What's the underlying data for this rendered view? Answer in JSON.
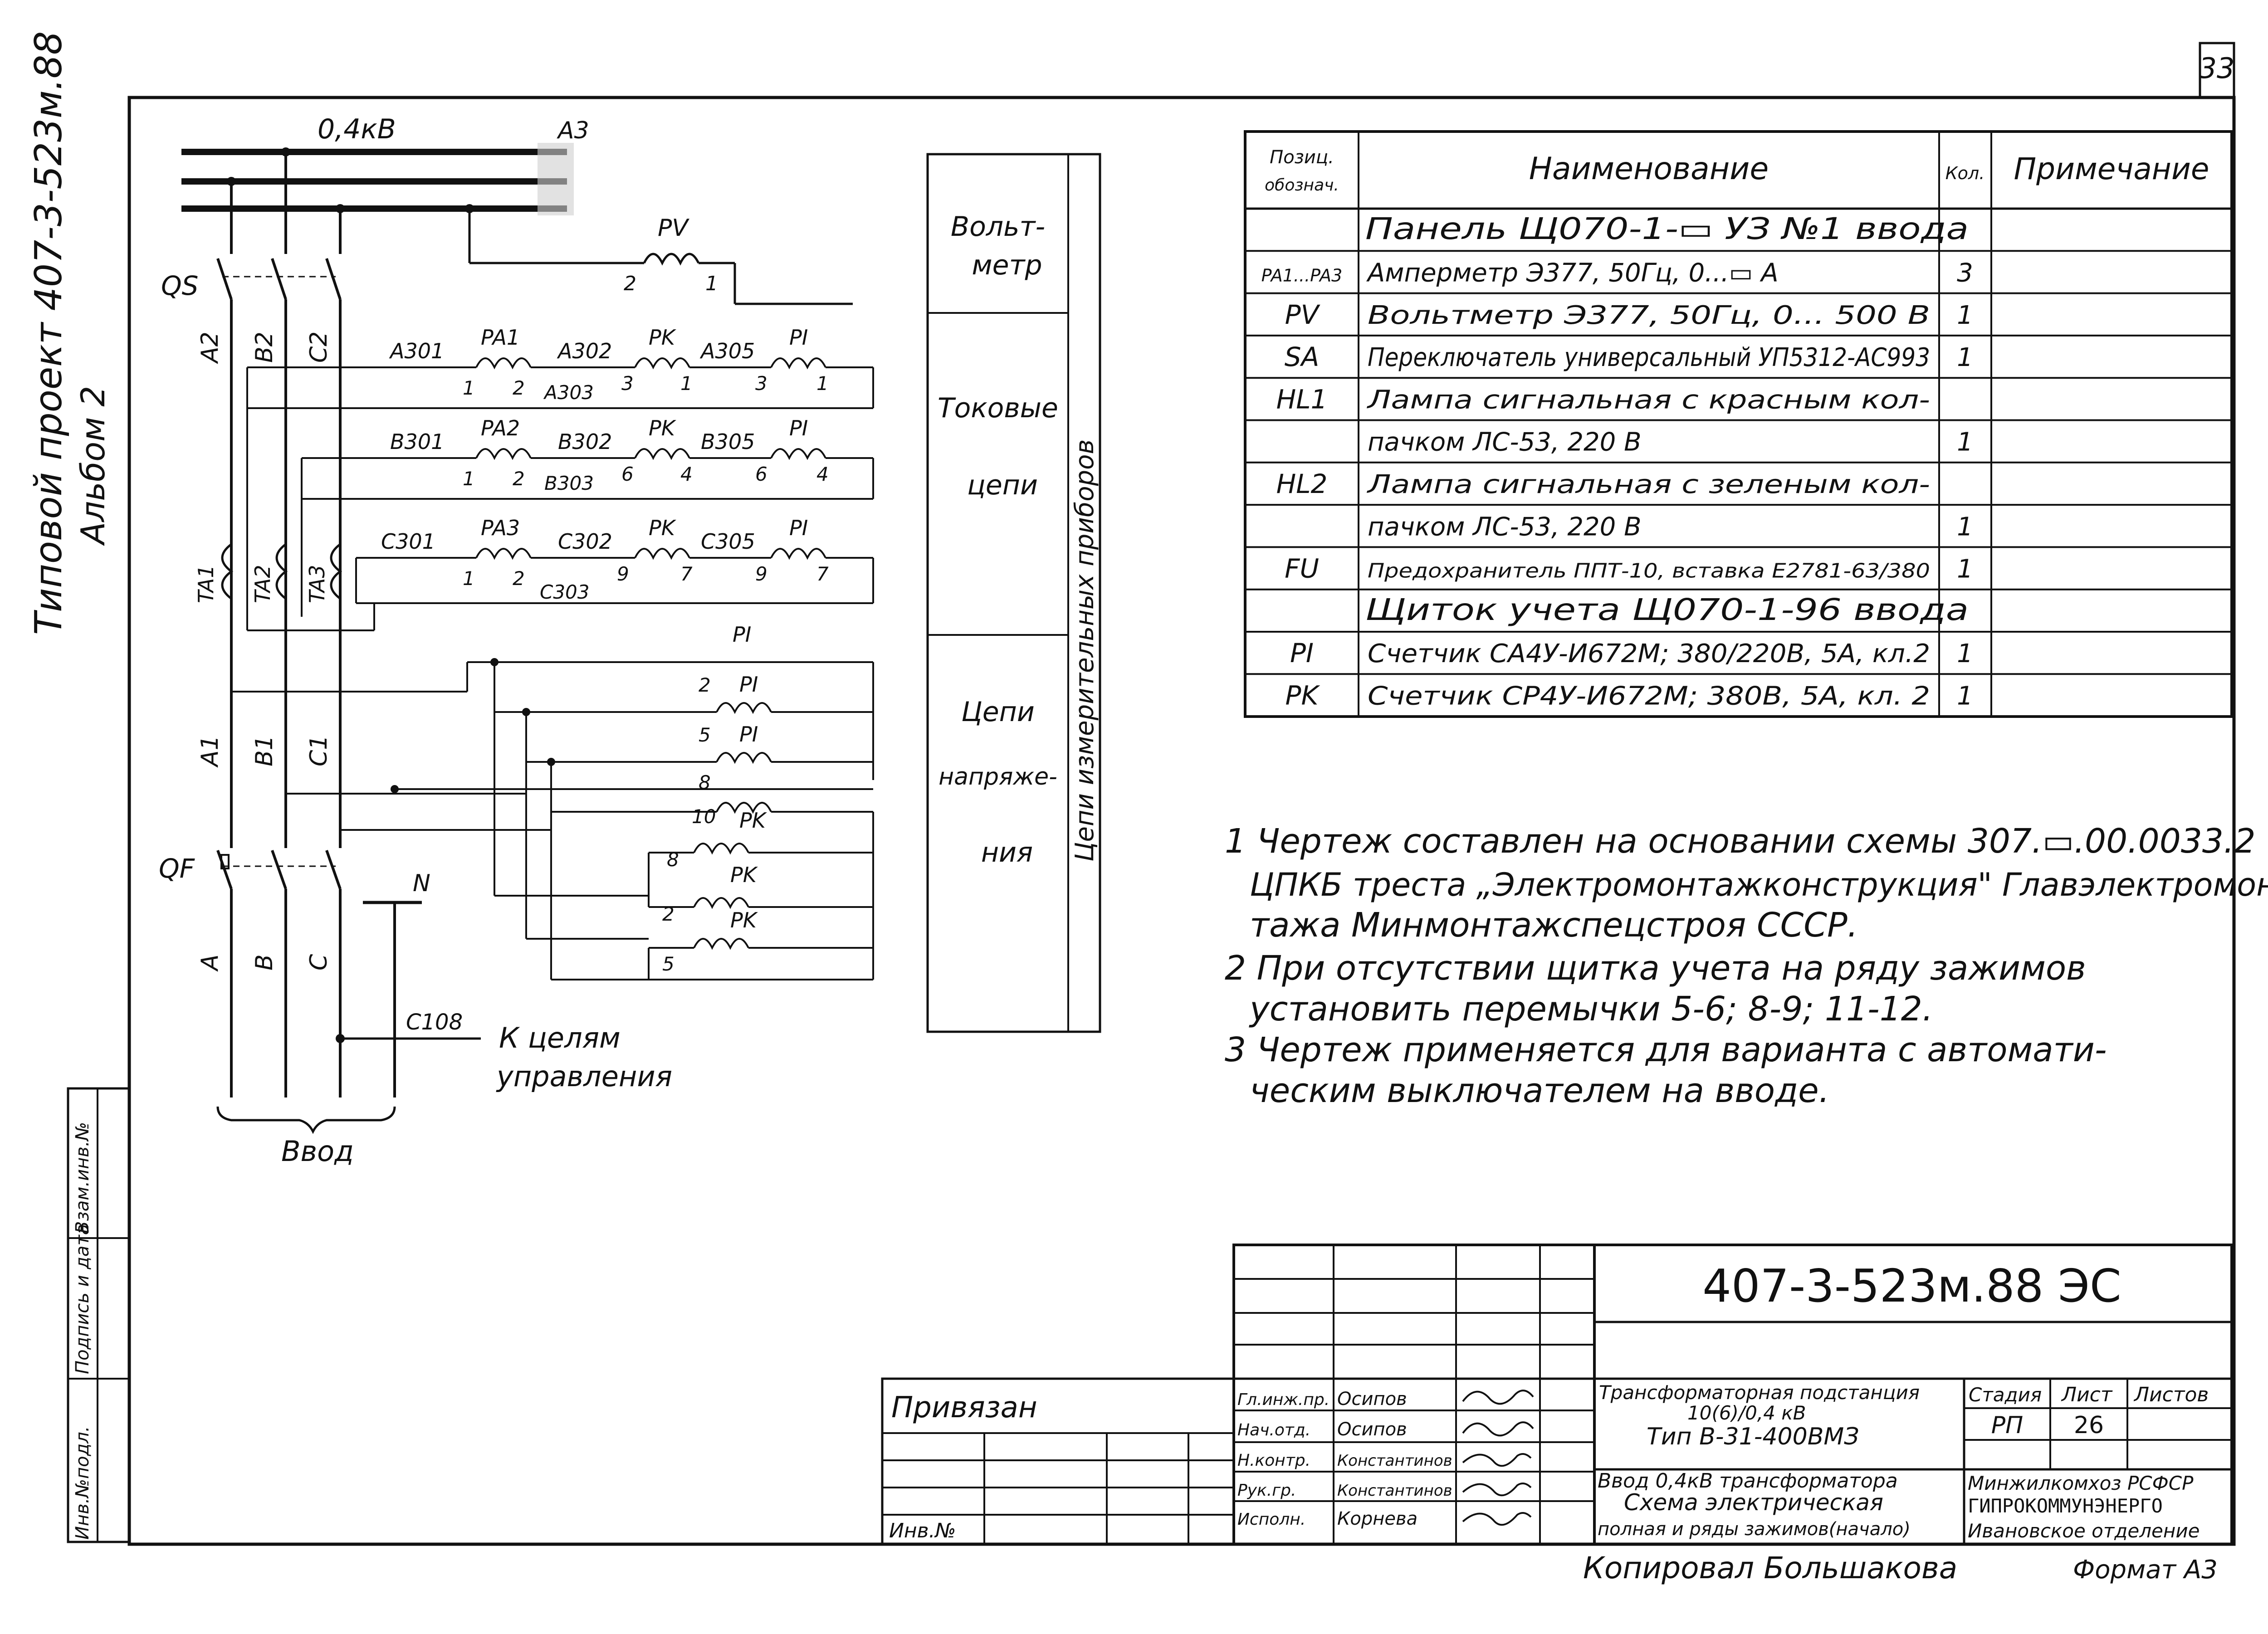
{
  "sheet": {
    "page_number": "33",
    "side_title": "Типовой проект 407-3-523м.88",
    "side_album": "Альбом 2",
    "side_stamp_labels": [
      "Инв.№подл.",
      "Подпись и дата",
      "Взам.инв.№"
    ]
  },
  "schematic": {
    "bus_label": "0,4кВ",
    "bus_tag": "A3",
    "qs_label": "QS",
    "qf_label": "QF",
    "phase_top": [
      "A2",
      "B2",
      "C2"
    ],
    "phase_mid": [
      "A1",
      "B1",
      "C1"
    ],
    "phase_bottom": [
      "A",
      "B",
      "C"
    ],
    "neutral": "N",
    "ct_labels": [
      "TA1",
      "TA2",
      "TA3"
    ],
    "pv_label": "PV",
    "pv_terms": [
      "2",
      "1"
    ],
    "current_rows": [
      {
        "w1": "A301",
        "dev1": "PA1",
        "w2": "A302",
        "dev2": "PK",
        "w3": "A305",
        "dev3": "PI",
        "t1": "1",
        "t2": "2",
        "wlow": "A303",
        "t3": "3",
        "t4": "1",
        "t5": "3",
        "t6": "1"
      },
      {
        "w1": "B301",
        "dev1": "PA2",
        "w2": "B302",
        "dev2": "PK",
        "w3": "B305",
        "dev3": "PI",
        "t1": "1",
        "t2": "2",
        "wlow": "B303",
        "t3": "6",
        "t4": "4",
        "t5": "6",
        "t6": "4"
      },
      {
        "w1": "C301",
        "dev1": "PA3",
        "w2": "C302",
        "dev2": "PK",
        "w3": "C305",
        "dev3": "PI",
        "t1": "1",
        "t2": "2",
        "wlow": "C303",
        "t3": "9",
        "t4": "7",
        "t5": "9",
        "t6": "7"
      }
    ],
    "voltage_rows": [
      {
        "dev": "PI",
        "term": ""
      },
      {
        "dev": "PI",
        "term": "2"
      },
      {
        "dev": "PI",
        "term": "5"
      },
      {
        "dev": "",
        "term": "8"
      },
      {
        "dev": "PK",
        "term": "10"
      },
      {
        "dev": "PK",
        "term": "8"
      },
      {
        "dev": "",
        "term": "2"
      },
      {
        "dev": "PK",
        "term": "5"
      }
    ],
    "control_wire": "C108",
    "control_text_1": "К целям",
    "control_text_2": "управления",
    "input_label": "Ввод"
  },
  "legend": {
    "label_voltmeter_1": "Вольт-",
    "label_voltmeter_2": "метр",
    "label_current_1": "Токовые",
    "label_current_2": "цепи",
    "label_voltage_1": "Цепи",
    "label_voltage_2": "напряже-",
    "label_voltage_3": "ния",
    "label_side": "Цепи измерительных приборов"
  },
  "spec": {
    "headers": {
      "pos_1": "Позиц.",
      "pos_2": "обознач.",
      "name": "Наименование",
      "qty": "Кол.",
      "note": "Примечание"
    },
    "rows": [
      {
        "pos": "",
        "name": "Панель Щ070-1-▭ УЗ №1 ввода",
        "qty": "",
        "section": true
      },
      {
        "pos": "PA1...PA3",
        "name": "Амперметр Э377, 50Гц, 0...▭ А",
        "qty": "3"
      },
      {
        "pos": "PV",
        "name": "Вольтметр Э377, 50Гц, 0... 500 В",
        "qty": "1"
      },
      {
        "pos": "SA",
        "name": "Переключатель универсальный УП5312-АС993",
        "qty": "1"
      },
      {
        "pos": "HL1",
        "name": "Лампа сигнальная с красным кол-",
        "qty": ""
      },
      {
        "pos": "",
        "name": "пачком ЛС-53, 220 В",
        "qty": "1"
      },
      {
        "pos": "HL2",
        "name": "Лампа сигнальная с зеленым кол-",
        "qty": ""
      },
      {
        "pos": "",
        "name": "пачком ЛС-53, 220 В",
        "qty": "1"
      },
      {
        "pos": "FU",
        "name": "Предохранитель ППТ-10, вставка Е2781-63/380",
        "qty": "1"
      },
      {
        "pos": "",
        "name": "Щиток учета Щ070-1-96 ввода",
        "qty": "",
        "section": true
      },
      {
        "pos": "PI",
        "name": "Счетчик СА4У-И672М; 380/220В, 5А, кл.2",
        "qty": "1"
      },
      {
        "pos": "PK",
        "name": "Счетчик СР4У-И672М; 380В, 5А, кл. 2",
        "qty": "1"
      }
    ]
  },
  "notes": [
    "1 Чертеж составлен на основании схемы 307.▭.00.0033.2",
    "ЦПКБ треста „Электромонтажконструкция\" Главэлектромон-",
    "тажа Минмонтажспецстроя СССР.",
    "2 При отсутствии щитка учета на ряду зажимов",
    "установить перемычки 5-6; 8-9; 11-12.",
    "3 Чертеж применяется для варианта с автомати-",
    "ческим выключателем на вводе."
  ],
  "title_block": {
    "doc_code": "407-3-523м.88 ЭС",
    "privyazan": "Привязан",
    "inv": "Инв.№",
    "roles": [
      "Гл.инж.пр.",
      "Нач.отд.",
      "Н.контр.",
      "Рук.гр.",
      "Исполн."
    ],
    "names": [
      "Осипов",
      "Осипов",
      "Константинов",
      "Константинов",
      "Корнева"
    ],
    "title_1": "Трансформаторная подстанция",
    "title_2": "10(6)/0,4 кВ",
    "title_3": "Тип В-31-400ВМЗ",
    "desc_1": "Ввод 0,4кВ трансформатора",
    "desc_2": "Схема электрическая",
    "desc_3": "полная и ряды зажимов(начало)",
    "stage_label": "Стадия",
    "sheet_label": "Лист",
    "sheets_label": "Листов",
    "stage": "РП",
    "sheet": "26",
    "sheets": "",
    "org_1": "Минжилкомхоз РСФСР",
    "org_2": "ГИПРОКОММУНЭНЕРГО",
    "org_3": "Ивановское отделение"
  },
  "footer": {
    "copied": "Копировал Большакова",
    "format": "Формат А3"
  }
}
